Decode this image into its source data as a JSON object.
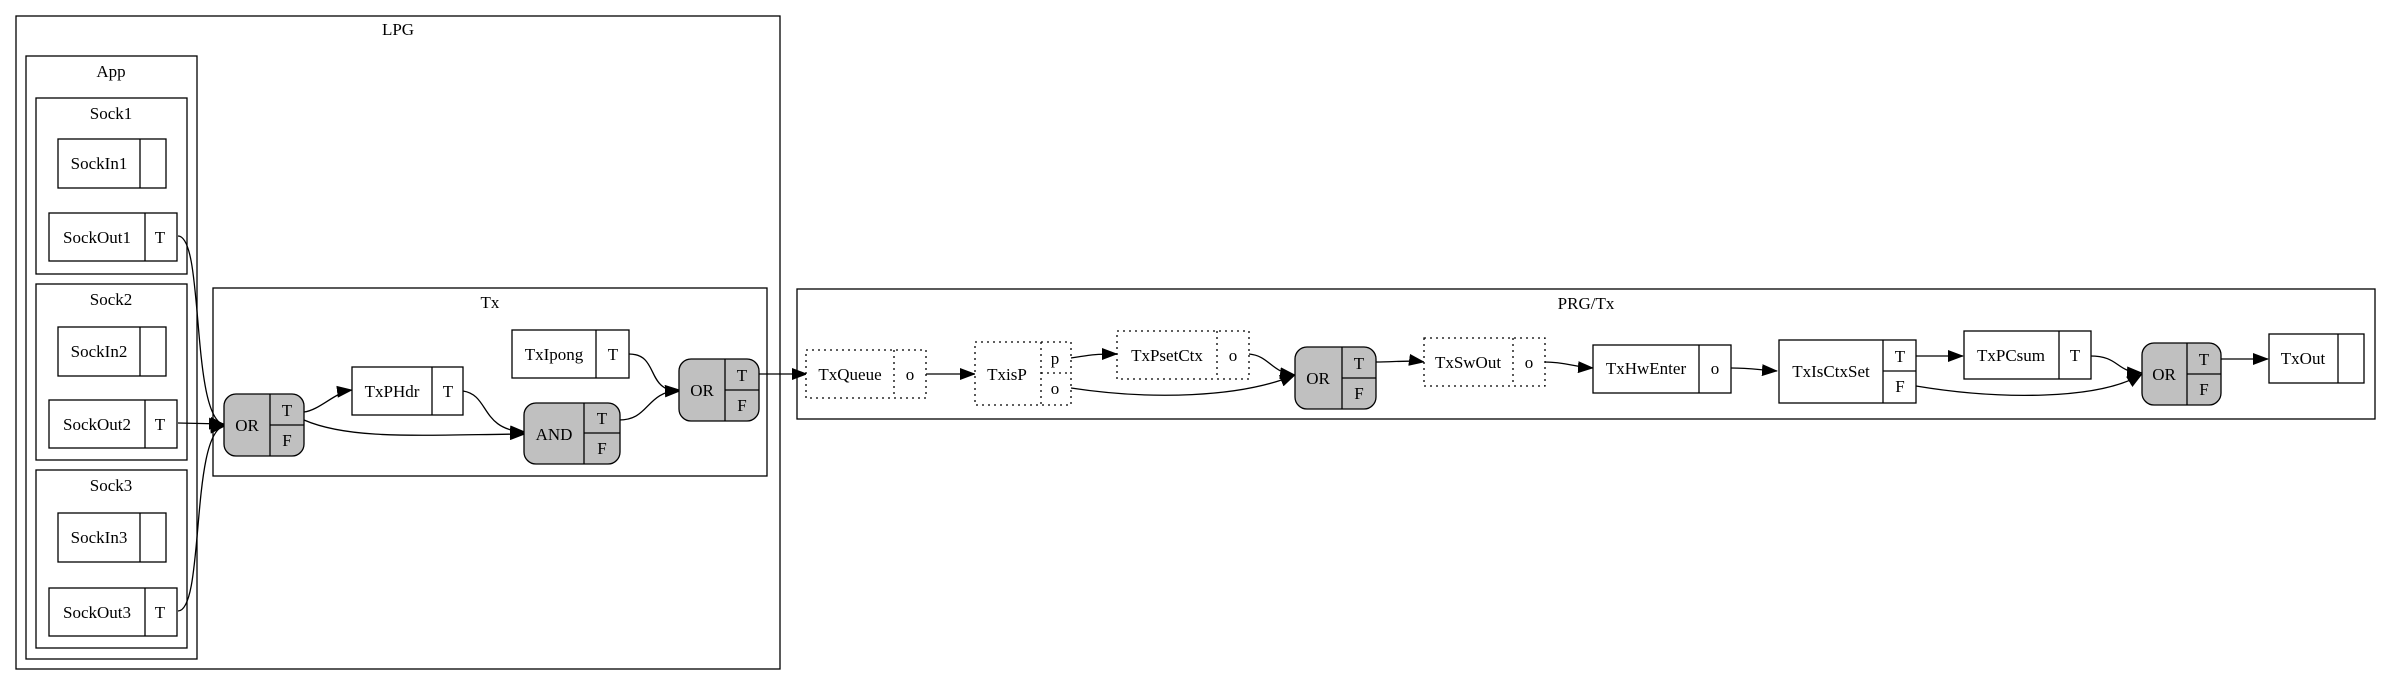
{
  "clusters": {
    "lpg": "LPG",
    "app": "App",
    "sock1": "Sock1",
    "sock2": "Sock2",
    "sock3": "Sock3",
    "tx": "Tx",
    "prg_tx": "PRG/Tx"
  },
  "nodes": {
    "sockin1": {
      "label": "SockIn1",
      "port": ""
    },
    "sockout1": {
      "label": "SockOut1",
      "port": "T"
    },
    "sockin2": {
      "label": "SockIn2",
      "port": ""
    },
    "sockout2": {
      "label": "SockOut2",
      "port": "T"
    },
    "sockin3": {
      "label": "SockIn3",
      "port": ""
    },
    "sockout3": {
      "label": "SockOut3",
      "port": "T"
    },
    "or_tx_in": {
      "label": "OR",
      "port_true": "T",
      "port_false": "F"
    },
    "txphdr": {
      "label": "TxPHdr",
      "port": "T"
    },
    "txipong": {
      "label": "TxIpong",
      "port": "T"
    },
    "and_tx": {
      "label": "AND",
      "port_true": "T",
      "port_false": "F"
    },
    "or_tx_out": {
      "label": "OR",
      "port_true": "T",
      "port_false": "F"
    },
    "txqueue": {
      "label": "TxQueue",
      "port": "o"
    },
    "txisp": {
      "label": "TxisP",
      "port_p": "p",
      "port_o": "o"
    },
    "txpsetctx": {
      "label": "TxPsetCtx",
      "port": "o"
    },
    "or_prg_1": {
      "label": "OR",
      "port_true": "T",
      "port_false": "F"
    },
    "txswout": {
      "label": "TxSwOut",
      "port": "o"
    },
    "txhwenter": {
      "label": "TxHwEnter",
      "port": "o"
    },
    "txisctxset": {
      "label": "TxIsCtxSet",
      "port_true": "T",
      "port_false": "F"
    },
    "txpcsum": {
      "label": "TxPCsum",
      "port": "T"
    },
    "or_prg_2": {
      "label": "OR",
      "port_true": "T",
      "port_false": "F"
    },
    "txout": {
      "label": "TxOut",
      "port": ""
    }
  }
}
